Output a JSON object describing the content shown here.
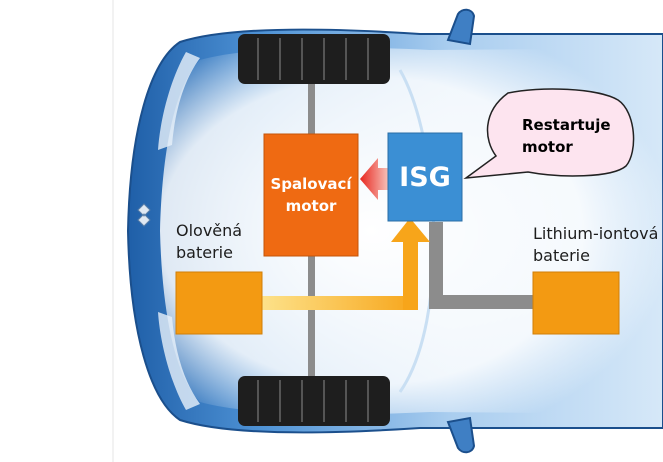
{
  "labels": {
    "engine": [
      "Spalovací",
      "motor"
    ],
    "isg": "ISG",
    "callout": [
      "Restartuje",
      "motor"
    ],
    "lead_battery": [
      "Olověná",
      "baterie"
    ],
    "lithium_battery": [
      "Lithium-iontová",
      "baterie"
    ]
  },
  "colors": {
    "car_body": "#3f7fc4",
    "engine_box": "#ef6a12",
    "isg_box": "#3b8fd4",
    "battery_box": "#f39a12",
    "flow_arrow": "#f7a51a",
    "gray_line": "#8c8c8c",
    "red_arrow": "#e8261f",
    "callout_fill": "#fde4ef",
    "tire": "#1e1e1e"
  },
  "icons": {
    "logo": "suzuki-logo-icon"
  }
}
